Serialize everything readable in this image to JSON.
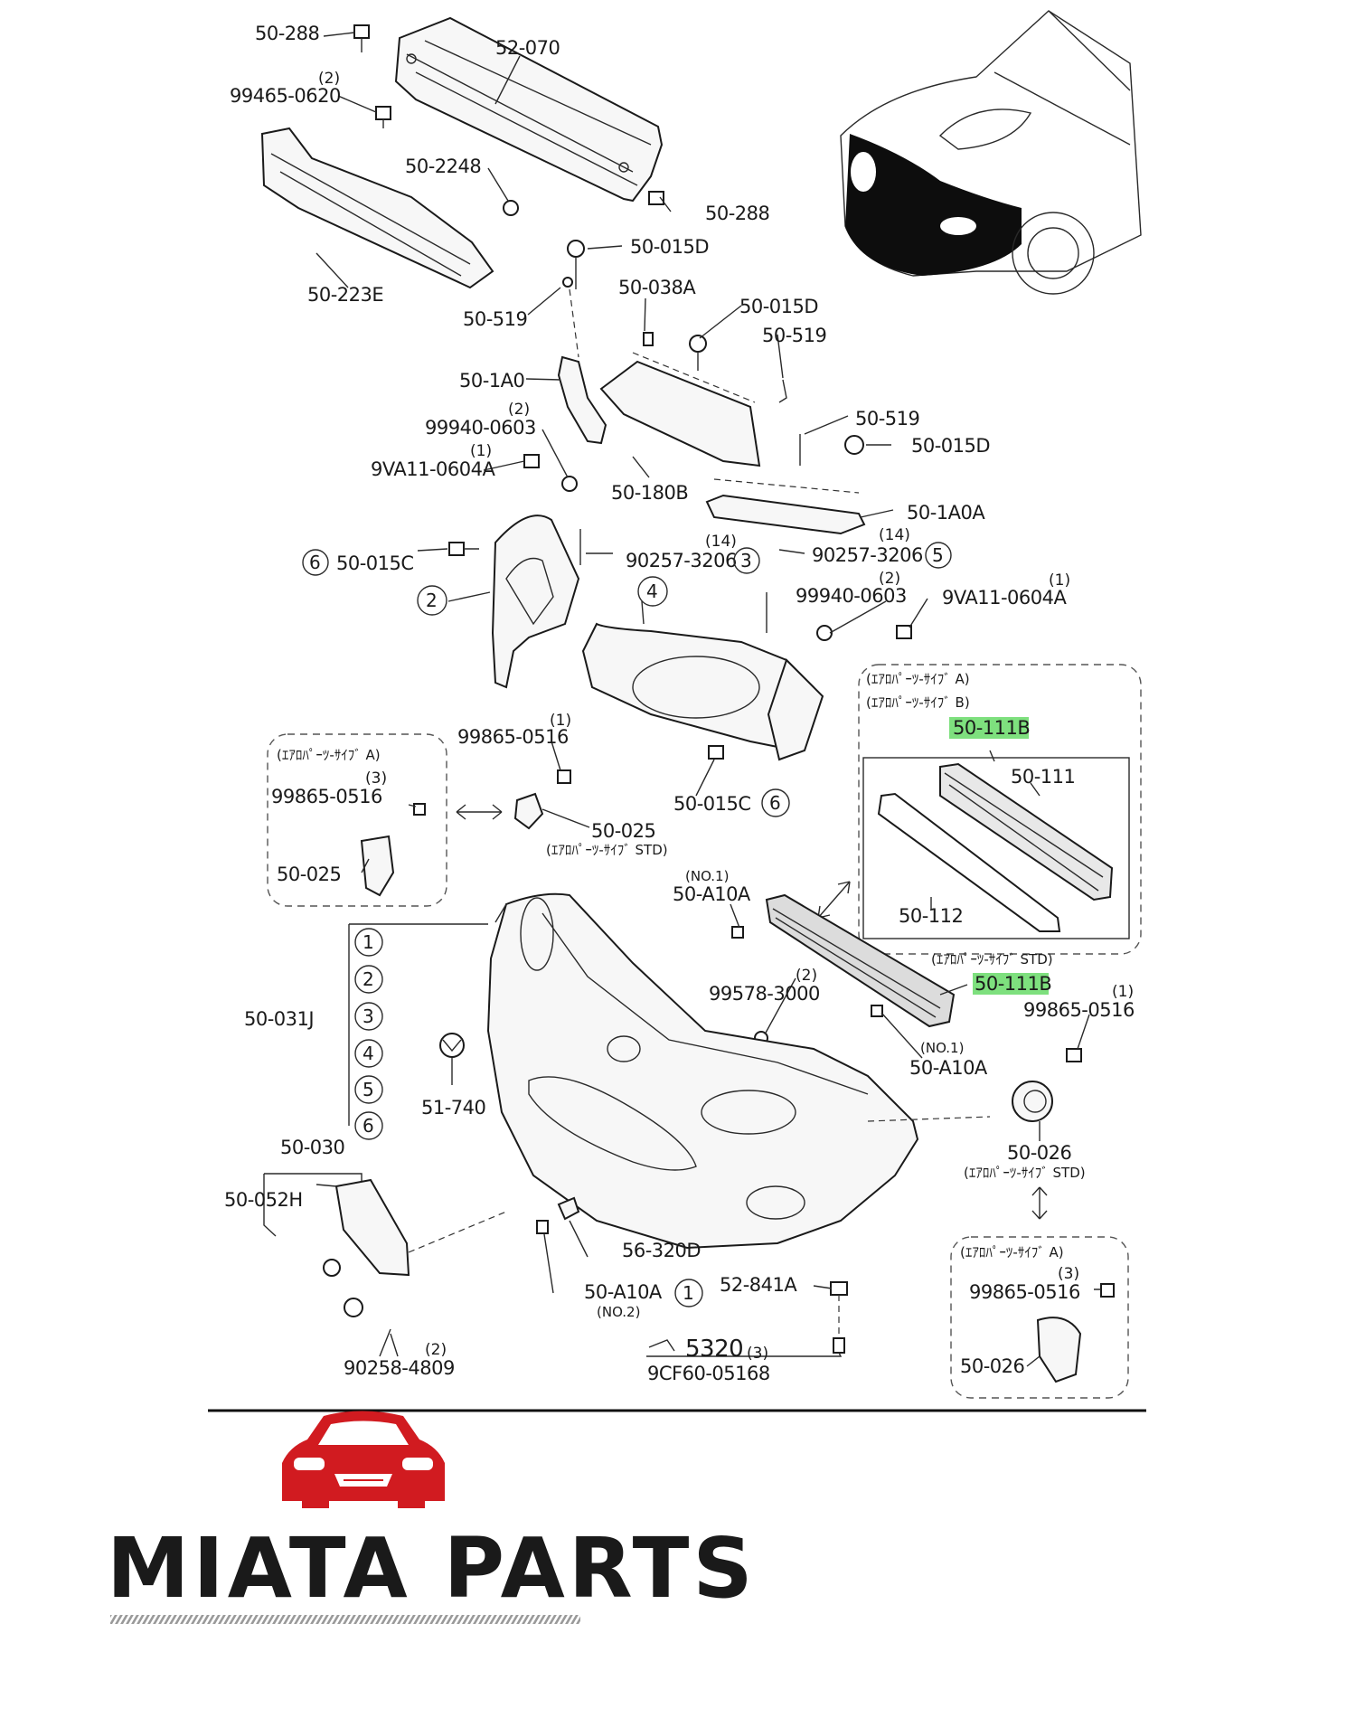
{
  "callouts": {
    "c1": "50-288",
    "c2": "52-070",
    "c3": "99465-0620",
    "c3q": "(2)",
    "c4": "50-2248",
    "c5": "50-288",
    "c6": "50-223E",
    "c7": "50-015D",
    "c8": "50-519",
    "c9": "50-038A",
    "c10": "50-015D",
    "c11": "50-519",
    "c12": "50-1A0",
    "c13": "99940-0603",
    "c13q": "(2)",
    "c14": "9VA11-0604A",
    "c14q": "(1)",
    "c15": "50-180B",
    "c16": "50-519",
    "c17": "50-015D",
    "c18": "50-1A0A",
    "c19": "50-015C",
    "c19n": "6",
    "c20": "90257-3206",
    "c20q": "(14)",
    "c20n": "3",
    "c21": "90257-3206",
    "c21q": "(14)",
    "c21n": "5",
    "c22": "99940-0603",
    "c22q": "(2)",
    "c23": "9VA11-0604A",
    "c23q": "(1)",
    "c24n": "2",
    "c25n": "4",
    "c26": "99865-0516",
    "c26q": "(1)",
    "c27": "50-015C",
    "c27n": "6",
    "c28": "50-025",
    "c28s": "(ｴｱﾛﾊﾟｰﾂ-ｻｲﾌﾞ STD)",
    "box1_title": "(ｴｱﾛﾊﾟｰﾂ-ｻｲﾌﾞ A)",
    "box1_part1": "99865-0516",
    "box1_part1q": "(3)",
    "box1_part2": "50-025",
    "box2_title1": "(ｴｱﾛﾊﾟｰﾂ-ｻｲﾌﾞ A)",
    "box2_title2": "(ｴｱﾛﾊﾟｰﾂ-ｻｲﾌﾞ B)",
    "box2_main": "50-111B",
    "box2_a": "50-111",
    "box2_b": "50-112",
    "c29": "50-A10A",
    "c29q": "(NO.1)",
    "c30": "99578-3000",
    "c30q": "(2)",
    "c31": "50-111B",
    "c31s": "(ｴｱﾛﾊﾟｰﾂ-ｻｲﾌﾞ STD)",
    "c32": "50-A10A",
    "c32q": "(NO.1)",
    "c33": "99865-0516",
    "c33q": "(1)",
    "c34": "50-031J",
    "list_nums": [
      "1",
      "2",
      "3",
      "4",
      "5",
      "6"
    ],
    "c35": "51-740",
    "c36": "50-026",
    "c36s": "(ｴｱﾛﾊﾟｰﾂ-ｻｲﾌﾞ STD)",
    "c37": "50-030",
    "c38": "50-052H",
    "c39": "56-320D",
    "c40": "50-A10A",
    "c40q": "(NO.2)",
    "c40n": "1",
    "c41": "52-841A",
    "c42": "5320",
    "c42q": "(3)",
    "c42b": "9CF60-05168",
    "c43": "90258-4809",
    "c43q": "(2)",
    "box3_title": "(ｴｱﾛﾊﾟｰﾂ-ｻｲﾌﾞ A)",
    "box3_part1": "99865-0516",
    "box3_part1q": "(3)",
    "box3_part2": "50-026"
  },
  "brand": {
    "name": "MIATA PARTS",
    "logo": "red-car-front-icon",
    "color": "#d11b20"
  },
  "highlight_color": "#7ee07e"
}
